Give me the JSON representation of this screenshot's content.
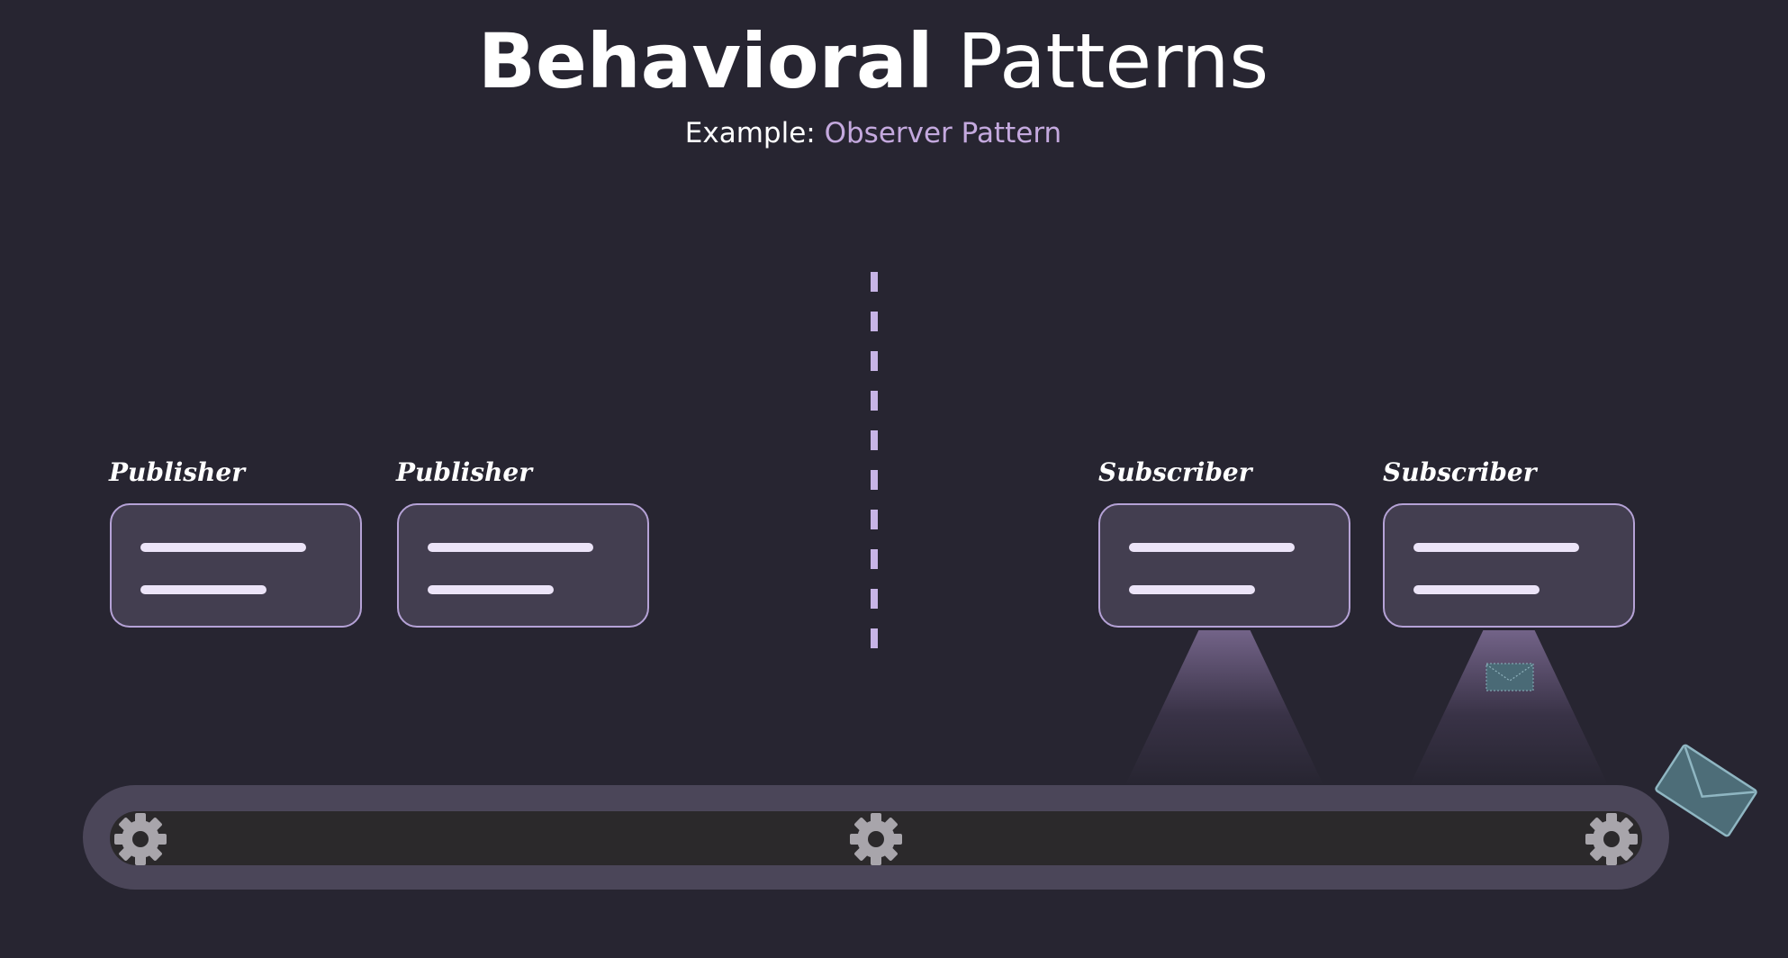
{
  "title": {
    "bold": "Behavioral",
    "light": "Patterns"
  },
  "subtitle": {
    "prefix": "Example:",
    "accent": "Observer Pattern"
  },
  "nodes": [
    {
      "label": "Publisher"
    },
    {
      "label": "Publisher"
    },
    {
      "label": "Subscriber"
    },
    {
      "label": "Subscriber"
    }
  ],
  "icons": {
    "gear": "gear-icon",
    "envelope": "envelope-icon"
  },
  "colors": {
    "background": "#272531",
    "accent": "#c4a9de",
    "card_fill": "#433e50",
    "card_border": "#b5a2d6",
    "belt": "#4b4659",
    "gear": "#a8a5ab",
    "envelope": "#4d6d78"
  }
}
